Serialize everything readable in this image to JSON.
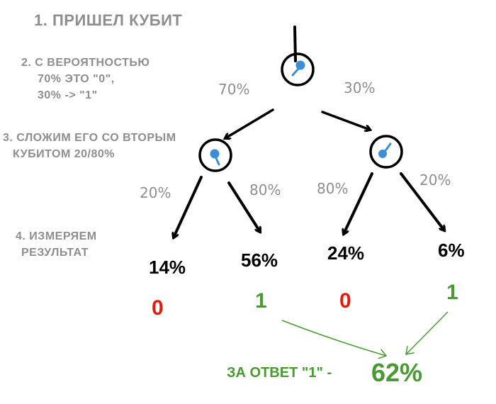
{
  "steps": {
    "step1": "1. ПРИШЕЛ КУБИТ",
    "step2_line1": "2. С ВЕРОЯТНОСТЬЮ",
    "step2_line2": "70% ЭТО \"0\",",
    "step2_line3": "30% -> \"1\"",
    "step3_line1": "3. СЛОЖИМ ЕГО СО ВТОРЫМ",
    "step3_line2": "КУБИТОМ 20/80%",
    "step4_line1": "4. ИЗМЕРЯЕМ",
    "step4_line2": "РЕЗУЛЬТАТ"
  },
  "tree": {
    "root_left_prob": "70%",
    "root_right_prob": "30%",
    "left_left_prob": "20%",
    "left_right_prob": "80%",
    "right_left_prob": "80%",
    "right_right_prob": "20%"
  },
  "results": [
    "14%",
    "56%",
    "24%",
    "6%"
  ],
  "bits": [
    "0",
    "1",
    "0",
    "1"
  ],
  "answer": {
    "label": "ЗА ОТВЕТ \"1\" -",
    "value": "62%"
  },
  "colors": {
    "zero": "#e11d10",
    "one": "#4a9a34",
    "qubit": "#3a8fd6",
    "gray": "#8e8e8e"
  }
}
